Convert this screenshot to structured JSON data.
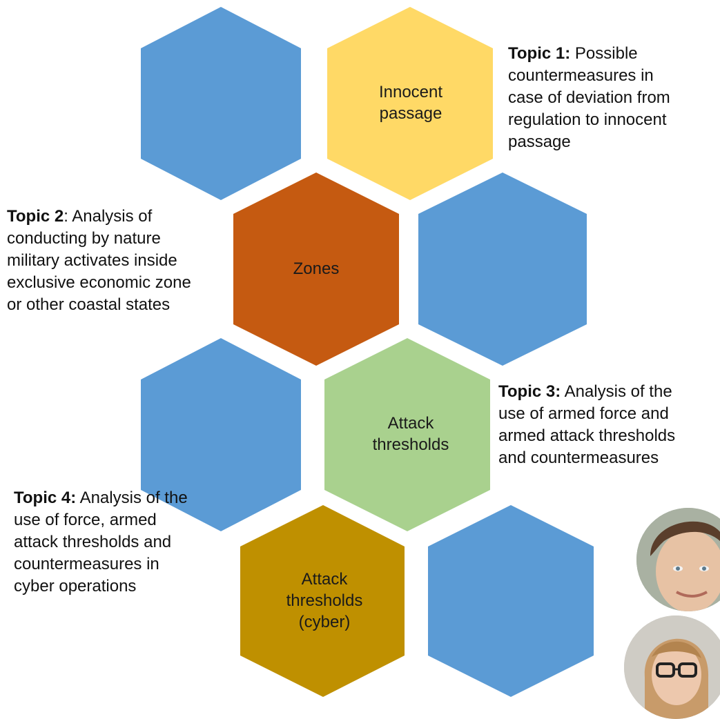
{
  "colors": {
    "blue": "#5b9bd5",
    "yellow": "#ffd966",
    "orange": "#c55a11",
    "green": "#a9d18e",
    "gold": "#bf9000"
  },
  "hexes": {
    "innocent_passage": {
      "label": "Innocent\npassage"
    },
    "zones": {
      "label": "Zones"
    },
    "attack_thresholds": {
      "label": "Attack\nthresholds"
    },
    "attack_thresholds_cyber": {
      "label": "Attack\nthresholds\n(cyber)"
    }
  },
  "topics": [
    {
      "prefix": "Topic 1:",
      "text": "Possible\ncountermeasures in\ncase of deviation from\nregulation to innocent\npassage"
    },
    {
      "prefix": "Topic 2",
      "text": ": Analysis of\nconducting by nature\nmilitary activates inside\nexclusive economic zone\nor other coastal states"
    },
    {
      "prefix": "Topic 3:",
      "text": "Analysis of the\nuse of armed force and\narmed attack thresholds\nand countermeasures"
    },
    {
      "prefix": "Topic 4:",
      "text": "Analysis of the\nuse of force, armed\nattack thresholds and\ncountermeasures in\ncyber operations"
    }
  ]
}
